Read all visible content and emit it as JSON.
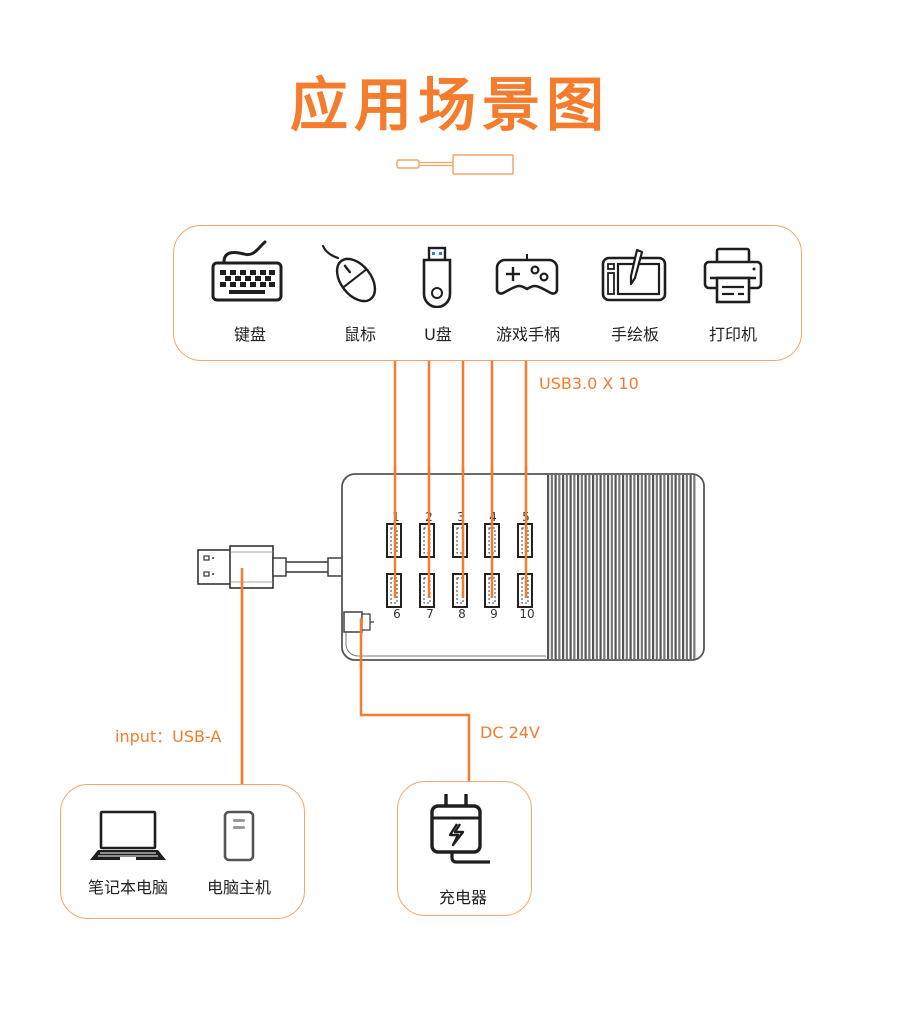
{
  "title": "应用场景图",
  "colors": {
    "accent": "#f47c2c",
    "box_border": "#f5a46a",
    "icon": "#1e1e1e"
  },
  "devices": {
    "items": [
      {
        "label": "键盘",
        "icon": "keyboard-icon"
      },
      {
        "label": "鼠标",
        "icon": "mouse-icon"
      },
      {
        "label": "U盘",
        "icon": "usb-drive-icon"
      },
      {
        "label": "游戏手柄",
        "icon": "gamepad-icon"
      },
      {
        "label": "手绘板",
        "icon": "drawing-tablet-icon"
      },
      {
        "label": "打印机",
        "icon": "printer-icon"
      }
    ]
  },
  "hub": {
    "ports_label": "USB3.0 X 10",
    "top_ports": [
      "1",
      "2",
      "3",
      "4",
      "5"
    ],
    "bottom_ports": [
      "6",
      "7",
      "8",
      "9",
      "10"
    ]
  },
  "input": {
    "label": "input：USB-A",
    "hosts": [
      {
        "label": "笔记本电脑",
        "icon": "laptop-icon"
      },
      {
        "label": "电脑主机",
        "icon": "desktop-tower-icon"
      }
    ]
  },
  "power": {
    "label": "DC 24V",
    "device": {
      "label": "充电器",
      "icon": "charger-icon"
    }
  }
}
